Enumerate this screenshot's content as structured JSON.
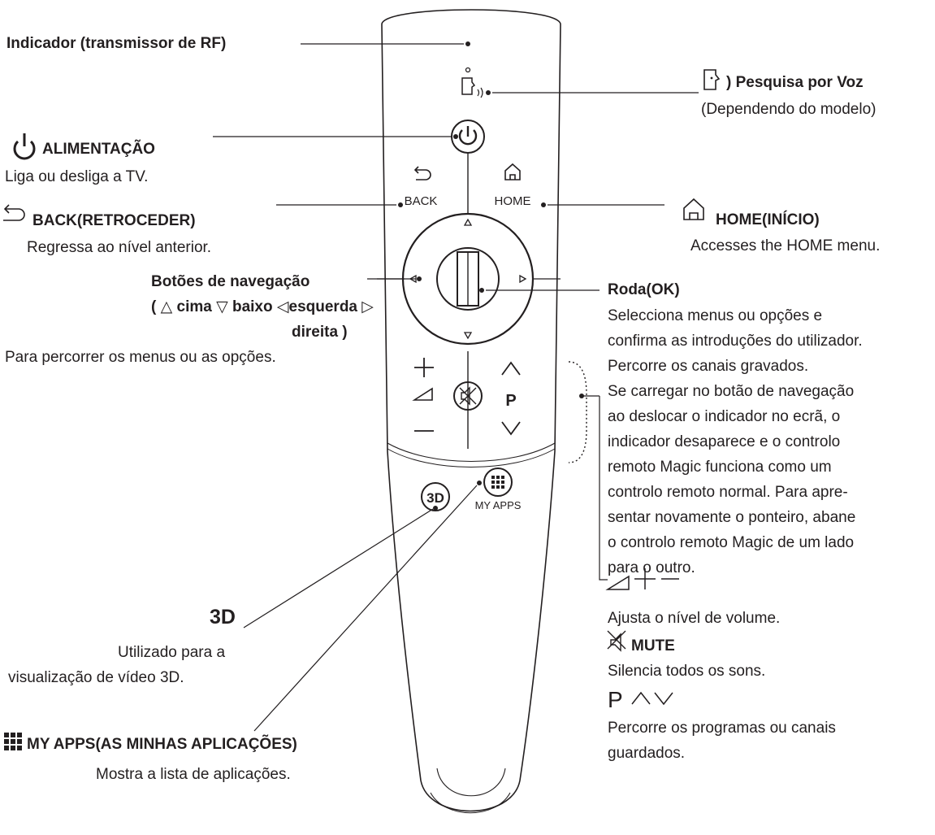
{
  "remote": {
    "back_label": "BACK",
    "home_label": "HOME",
    "p_label": "P",
    "myapps_label": "MY APPS",
    "threed_label": "3D"
  },
  "callouts": {
    "indicator": {
      "title": "Indicador (transmissor de RF)"
    },
    "voice": {
      "title": ") Pesquisa por Voz",
      "desc": "(Dependendo do modelo)"
    },
    "power": {
      "title": "ALIMENTAÇÃO",
      "desc": "Liga ou desliga a TV."
    },
    "back": {
      "title": "BACK(RETROCEDER)",
      "desc": "Regressa ao nível anterior."
    },
    "home": {
      "title": "HOME(INÍCIO)",
      "desc": "Accesses the HOME menu."
    },
    "navigation": {
      "title": "Botões de navegação",
      "open": "( ",
      "up": "cima",
      "down": "baixo",
      "left": "esquerda",
      "right": "direita )",
      "desc": "Para percorrer os menus ou as opções."
    },
    "wheel": {
      "title": "Roda(OK)",
      "lines": [
        "Selecciona menus ou opções e",
        "confirma as introduções do utilizador.",
        "Percorre os canais gravados.",
        "Se carregar no botão de navegação",
        "ao deslocar o indicador no ecrã, o",
        "indicador desaparece e o controlo",
        "remoto Magic funciona como um",
        "controlo remoto normal. Para apre-",
        "sentar novamente o ponteiro, abane",
        "o controlo remoto Magic de um lado",
        "para o outro."
      ]
    },
    "volume": {
      "desc": "Ajusta o nível de volume."
    },
    "mute": {
      "title": "MUTE",
      "desc": "Silencia todos os sons."
    },
    "channel": {
      "title": "P",
      "desc": [
        "Percorre os programas ou canais",
        "guardados."
      ]
    },
    "threed": {
      "title": "3D",
      "desc": [
        "Utilizado para a",
        "visualização de vídeo 3D."
      ]
    },
    "myapps": {
      "title": "MY APPS(AS MINHAS APLICAÇÕES)",
      "desc": "Mostra a lista de aplicações."
    }
  }
}
